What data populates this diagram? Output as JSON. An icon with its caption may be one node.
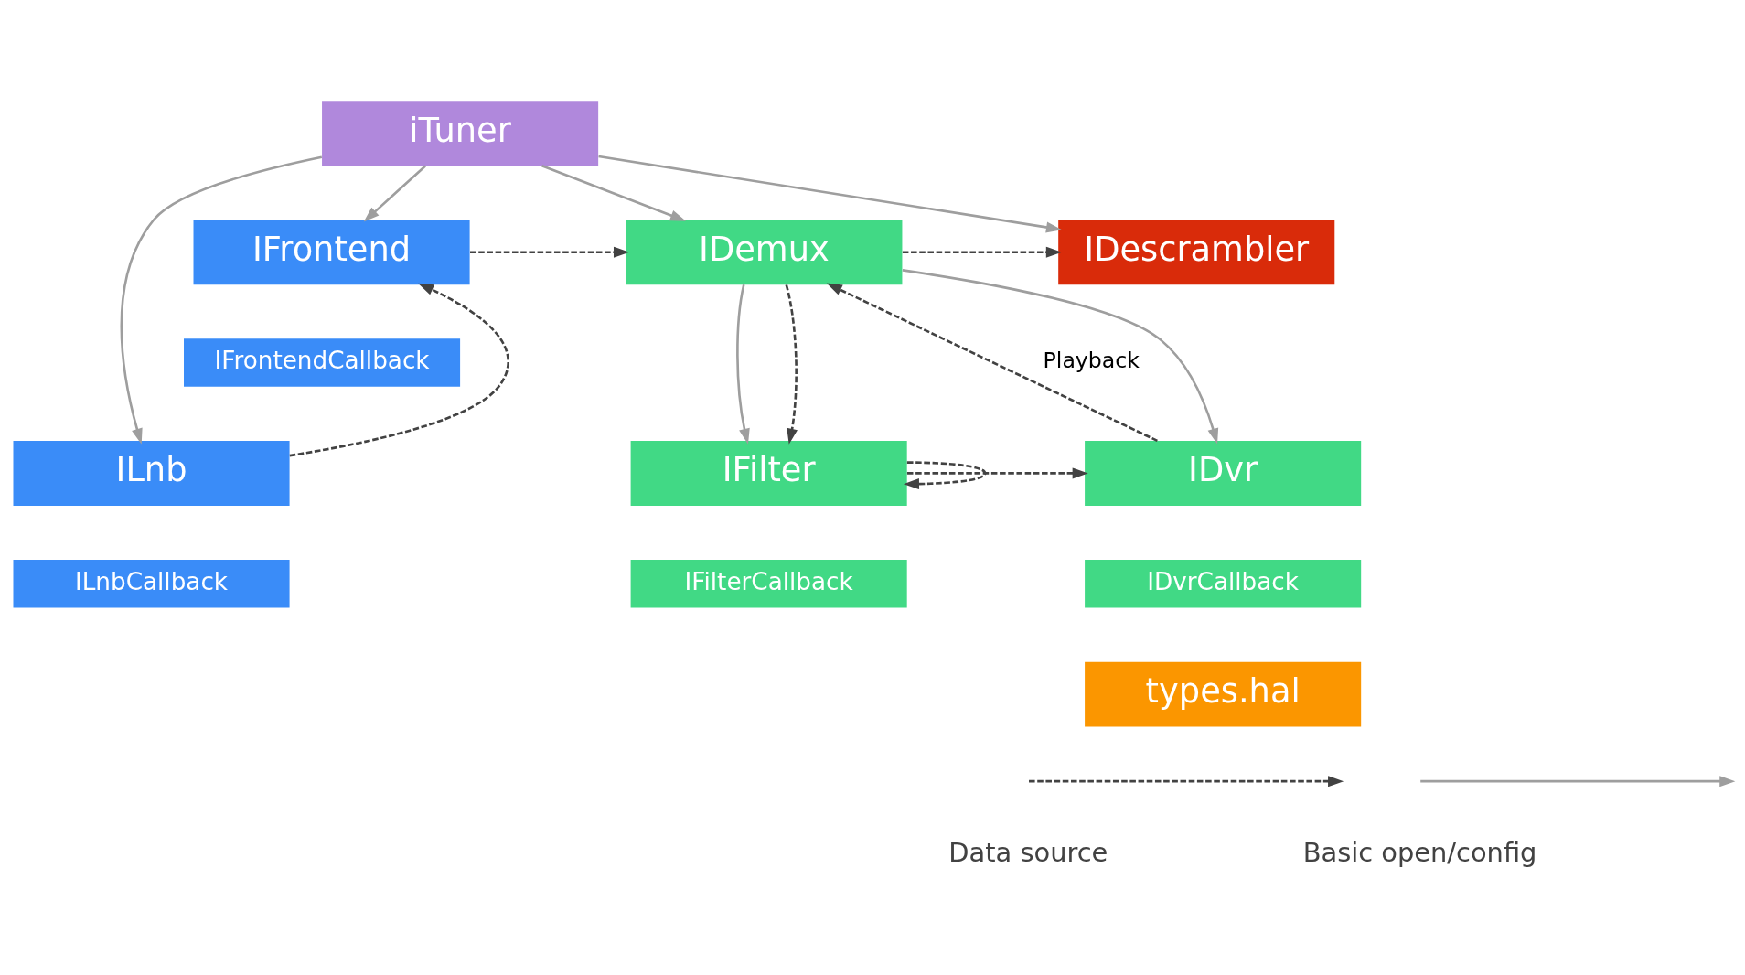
{
  "diagram": {
    "nodes": [
      {
        "text": [
          "iTuner"
        ]
      },
      {
        "text": [
          "IFrontend"
        ]
      },
      {
        "text": [
          "IDemux"
        ]
      },
      {
        "text": [
          "IDescrambler"
        ]
      },
      {
        "text": [
          "IFrontendCallback"
        ]
      },
      {
        "text": [
          "ILnb"
        ]
      },
      {
        "text": [
          "IDvr"
        ]
      },
      {
        "text": [
          "IFilter"
        ]
      },
      {
        "text": [
          "ILnbCallback"
        ]
      },
      {
        "text": [
          "IDvrCallback"
        ]
      },
      {
        "text": [
          "IFilterCallback"
        ]
      },
      {
        "text": [
          "types.hal"
        ]
      }
    ],
    "edges": [
      {
        "from": 0,
        "to": 1,
        "arrow": "to",
        "color": "#9e9e9e"
      },
      {
        "from": 0,
        "to": 2,
        "arrow": "to",
        "color": "#9e9e9e"
      },
      {
        "from": 0,
        "to": 3,
        "arrow": "to",
        "color": "#9e9e9e"
      },
      {
        "from": 0,
        "to": 5,
        "arrow": "to",
        "color": "#9e9e9e"
      },
      {
        "from": 1,
        "to": 2,
        "arrow": "to",
        "style": "dashed"
      },
      {
        "from": 2,
        "to": 3,
        "arrow": "to",
        "style": "dashed"
      },
      {
        "from": 5,
        "to": 1,
        "arrow": "to",
        "style": "dashed"
      },
      {
        "from": 6,
        "to": 2,
        "arrow": "to",
        "style": "dashed",
        "label": "Playback"
      },
      {
        "from": 2,
        "to": 6,
        "arrow": "to",
        "color": "#9e9e9e"
      },
      {
        "from": 2,
        "to": 7,
        "arrow": "to",
        "color": "#9e9e9e"
      },
      {
        "from": 2,
        "to": 7,
        "arrow": "to",
        "style": "dashed"
      },
      {
        "from": 7,
        "to": 6,
        "arrow": "to",
        "style": "dashed"
      },
      {
        "from": 7,
        "to": 7,
        "arrow": "to",
        "style": "dashed"
      }
    ],
    "legend": [
      {
        "text": "Data source"
      },
      {
        "text": "Basic open/config"
      }
    ]
  }
}
